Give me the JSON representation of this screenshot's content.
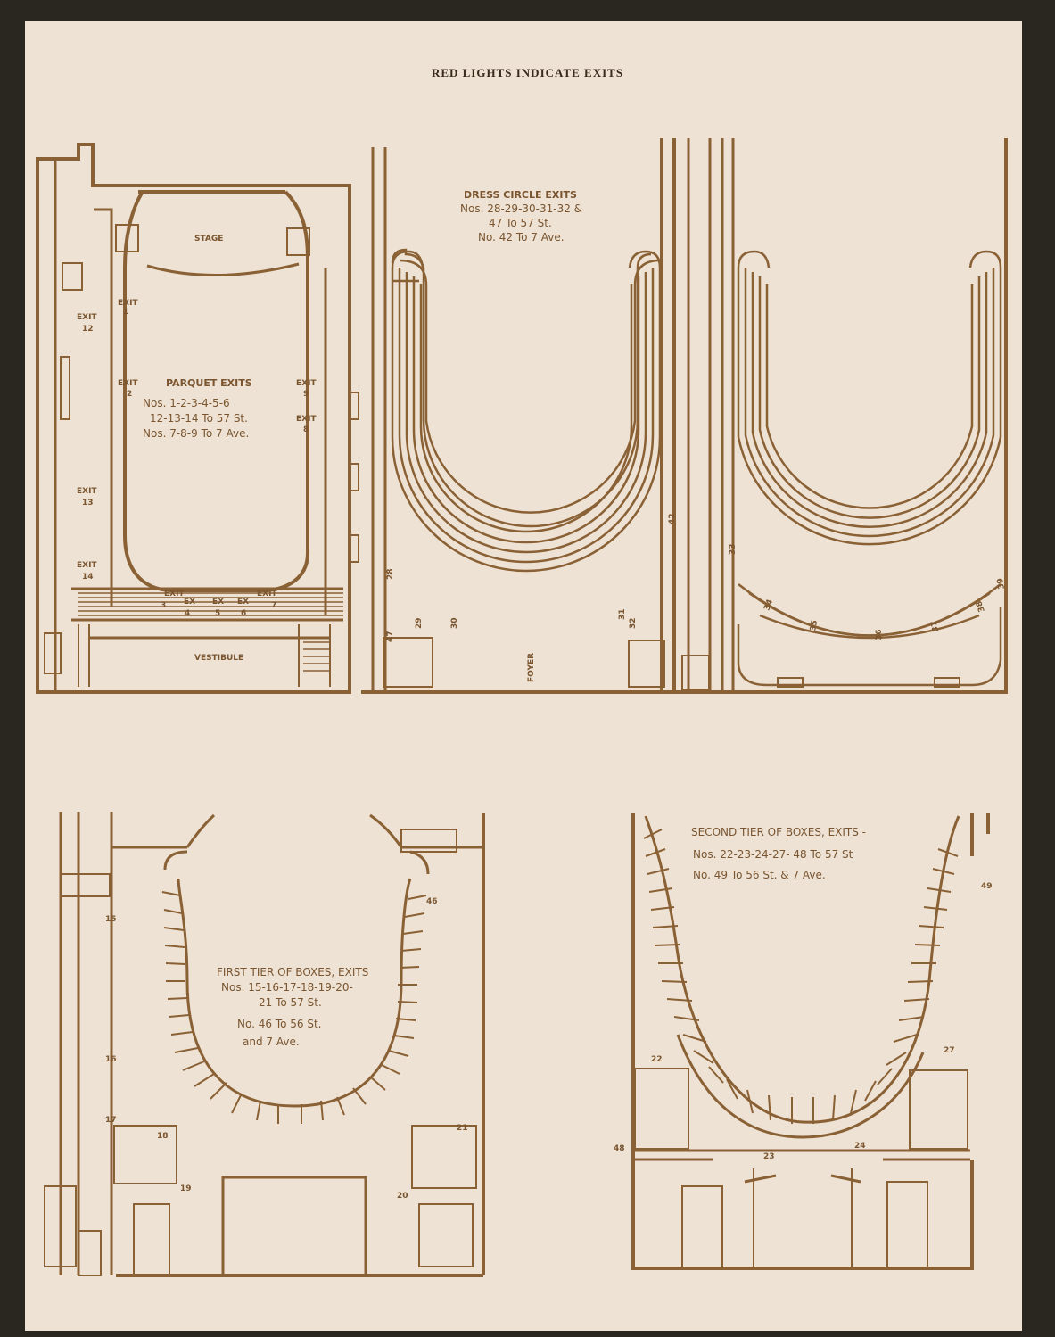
{
  "header": {
    "title": "RED LIGHTS INDICATE EXITS"
  },
  "colors": {
    "ink": "#8a6035",
    "paper": "#ede2d3",
    "backing": "#2a2620"
  },
  "parquet": {
    "stage": "STAGE",
    "vestibule": "VESTIBULE",
    "title": "PARQUET EXITS",
    "lines": [
      "Nos. 1-2-3-4-5-6",
      "12-13-14 To 57 St.",
      "Nos. 7-8-9 To 7 Ave."
    ],
    "exit_word": "EXIT",
    "ex_word": "EX",
    "exits": [
      "1",
      "2",
      "3",
      "4",
      "5",
      "6",
      "7",
      "8",
      "9",
      "12",
      "13",
      "14"
    ]
  },
  "dress_circle": {
    "title": "DRESS CIRCLE EXITS",
    "lines": [
      "Nos. 28-29-30-31-32 &",
      "47 To 57 St.",
      "No. 42 To 7 Ave."
    ],
    "foyer": "FOYER",
    "exits": [
      "28",
      "29",
      "30",
      "31",
      "32",
      "33",
      "34",
      "35",
      "36",
      "37",
      "38",
      "39",
      "42",
      "47"
    ]
  },
  "first_tier": {
    "title": "FIRST TIER OF BOXES, EXITS",
    "lines": [
      "Nos. 15-16-17-18-19-20-",
      "21 To 57 St.",
      "No. 46 To 56 St.",
      "and 7 Ave."
    ],
    "exits": [
      "15",
      "16",
      "17",
      "18",
      "19",
      "20",
      "21",
      "46"
    ]
  },
  "second_tier": {
    "title": "SECOND TIER OF BOXES, EXITS -",
    "lines": [
      "Nos. 22-23-24-27- 48 To 57 St",
      "No. 49 To 56 St. & 7 Ave."
    ],
    "exits": [
      "22",
      "23",
      "24",
      "27",
      "48",
      "49"
    ]
  }
}
